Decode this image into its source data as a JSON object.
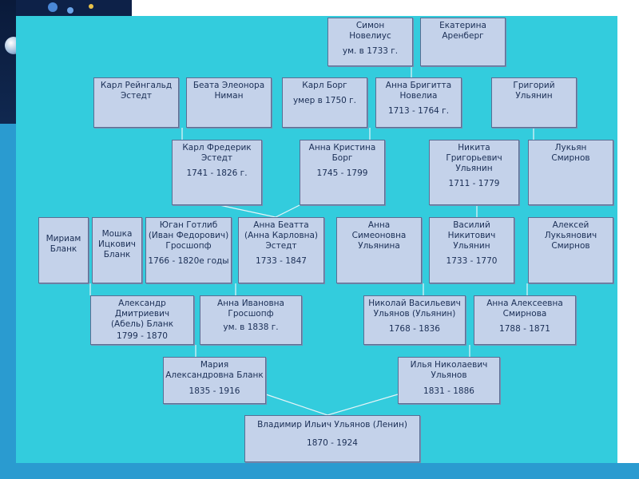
{
  "tree": {
    "people": {
      "simon": {
        "name": "Симон\nНовелиус",
        "years": "ум. в 1733 г."
      },
      "ekaterina": {
        "name": "Екатерина\nАренберг",
        "years": ""
      },
      "karl_r": {
        "name": "Карл Рейнгальд\nЭстедт",
        "years": ""
      },
      "beata": {
        "name": "Беата Элеонора\nНиман",
        "years": ""
      },
      "karl_borg": {
        "name": "Карл Борг",
        "years": "умер в 1750 г."
      },
      "anna_brig": {
        "name": "Анна Бригитта\nНовелиа",
        "years": "1713 - 1764 г."
      },
      "grigoriy": {
        "name": "Григорий\nУльянин",
        "years": ""
      },
      "karl_f": {
        "name": "Карл Фредерик\nЭстедт",
        "years": "1741 - 1826 г."
      },
      "anna_kr": {
        "name": "Анна Кристина\nБорг",
        "years": "1745 - 1799"
      },
      "nikita": {
        "name": "Никита\nГригорьевич\nУльянин",
        "years": "1711 - 1779"
      },
      "lukyan": {
        "name": "Лукьян\nСмирнов",
        "years": ""
      },
      "miriam": {
        "name": "Мириам\nБланк",
        "years": ""
      },
      "moshka": {
        "name": "Мошка\nИцкович\nБланк",
        "years": ""
      },
      "yugan": {
        "name": "Юган Готлиб\n(Иван Федорович)\nГросшопф",
        "years": "1766 - 1820е годы"
      },
      "anna_b": {
        "name": "Анна Беатта\n(Анна Карловна)\nЭстедт",
        "years": "1733 - 1847"
      },
      "anna_s": {
        "name": "Анна\nСимеоновна\nУльянина",
        "years": ""
      },
      "vasiliy": {
        "name": "Василий\nНикитович\nУльянин",
        "years": "1733 - 1770"
      },
      "aleksey": {
        "name": "Алексей\nЛукьянович\nСмирнов",
        "years": ""
      },
      "aleksandr": {
        "name": "Александр Дмитриевич\n(Абель) Бланк",
        "years": "1799 - 1870"
      },
      "anna_i": {
        "name": "Анна Ивановна\nГросшопф",
        "years": "ум. в 1838 г."
      },
      "nikolay": {
        "name": "Николай Васильевич\nУльянов (Ульянин)",
        "years": "1768 - 1836"
      },
      "anna_a": {
        "name": "Анна Алексеевна\nСмирнова",
        "years": "1788 - 1871"
      },
      "mariya": {
        "name": "Мария\nАлександровна Бланк",
        "years": "1835 - 1916"
      },
      "ilya": {
        "name": "Илья Николаевич\nУльянов",
        "years": "1831 - 1886"
      },
      "vladimir": {
        "name": "Владимир Ильич Ульянов (Ленин)",
        "years": "1870 - 1924"
      }
    }
  }
}
